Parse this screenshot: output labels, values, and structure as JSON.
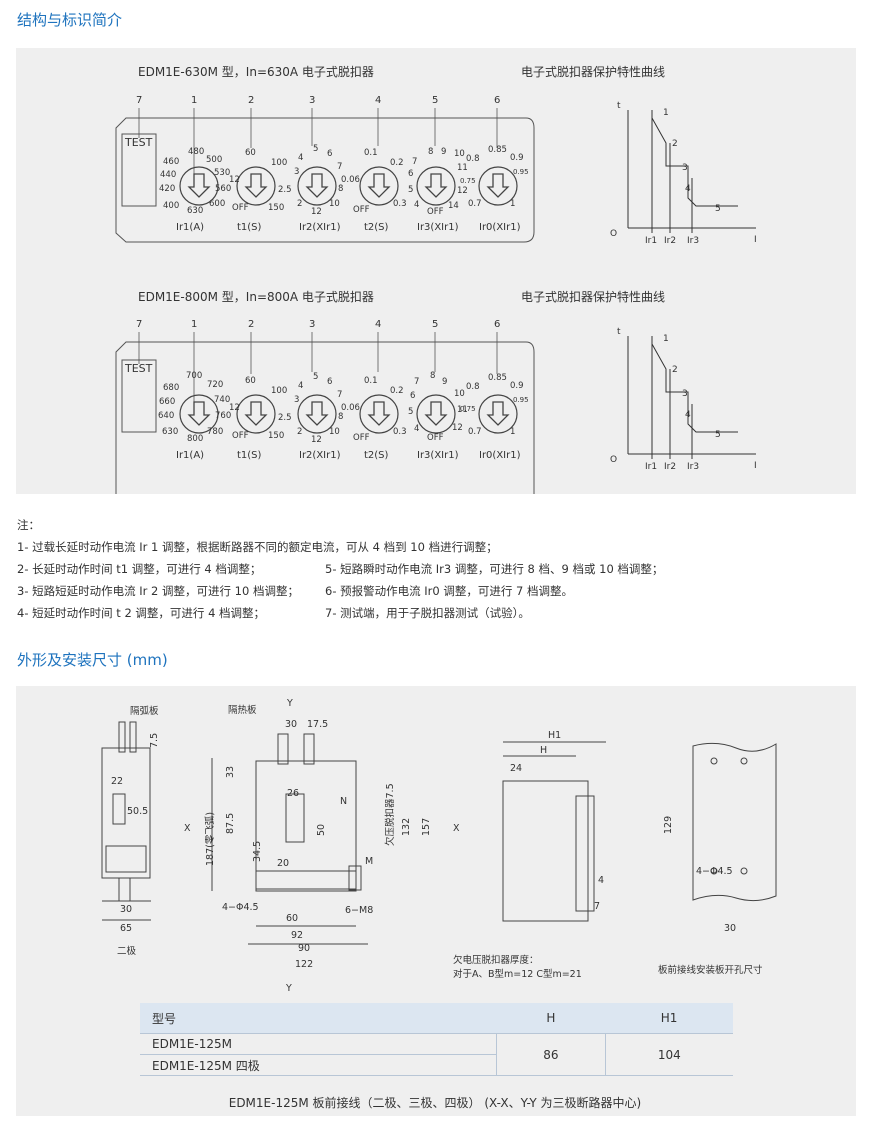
{
  "section1": {
    "title": "结构与标识简介"
  },
  "trip1": {
    "title": "EDM1E-630M 型，In=630A 电子式脱扣器",
    "curve_title": "电子式脱扣器保护特性曲线",
    "numbers": [
      "7",
      "1",
      "2",
      "3",
      "4",
      "5",
      "6"
    ],
    "test": "TEST",
    "dial_labels": [
      "Ir1(A)",
      "t1(S)",
      "Ir2(XIr1)",
      "t2(S)",
      "Ir3(XIr1)",
      "Ir0(XIr1)"
    ],
    "d1": [
      "480",
      "500",
      "460",
      "530",
      "440",
      "560",
      "420",
      "600",
      "400",
      "630"
    ],
    "d2": [
      "60",
      "100",
      "12",
      "2.5",
      "OFF",
      "150"
    ],
    "d3": [
      "5",
      "6",
      "4",
      "7",
      "3",
      "8",
      "2",
      "10",
      "12"
    ],
    "d4": [
      "0.1",
      "0.2",
      "0.06",
      "OFF",
      "0.3"
    ],
    "d5": [
      "8",
      "9",
      "10",
      "7",
      "11",
      "6",
      "12",
      "5",
      "14",
      "4",
      "OFF"
    ],
    "d6": [
      "0.85",
      "0.8",
      "0.9",
      "0.95",
      "0.75",
      "0.7",
      "1"
    ]
  },
  "trip2": {
    "title": "EDM1E-800M 型，In=800A 电子式脱扣器",
    "curve_title": "电子式脱扣器保护特性曲线",
    "numbers": [
      "7",
      "1",
      "2",
      "3",
      "4",
      "5",
      "6"
    ],
    "test": "TEST",
    "dial_labels": [
      "Ir1(A)",
      "t1(S)",
      "Ir2(XIr1)",
      "t2(S)",
      "Ir3(XIr1)",
      "Ir0(XIr1)"
    ],
    "d1": [
      "700",
      "680",
      "720",
      "660",
      "740",
      "640",
      "760",
      "630",
      "800",
      "780"
    ],
    "d2": [
      "60",
      "100",
      "12",
      "2.5",
      "OFF",
      "150"
    ],
    "d3": [
      "5",
      "6",
      "4",
      "7",
      "3",
      "8",
      "2",
      "10",
      "12"
    ],
    "d4": [
      "0.1",
      "0.2",
      "0.06",
      "OFF",
      "0.3"
    ],
    "d5": [
      "8",
      "9",
      "7",
      "10",
      "6",
      "11",
      "5",
      "12",
      "4",
      "OFF"
    ],
    "d6": [
      "0.85",
      "0.8",
      "0.9",
      "0.95",
      "0.75",
      "0.7",
      "1"
    ]
  },
  "curve": {
    "t": "t",
    "o": "O",
    "i": "I",
    "x_labels": [
      "Ir1",
      "Ir2",
      "Ir3"
    ],
    "points": [
      "1",
      "2",
      "3",
      "4",
      "5"
    ]
  },
  "notes": {
    "head": "注：",
    "n1": "1- 过载长延时动作电流 Ir 1 调整，根据断路器不同的额定电流，可从 4 档到 10 档进行调整；",
    "n2": "2- 长延时动作时间 t1 调整，可进行 4 档调整；",
    "n5": "5- 短路瞬时动作电流 Ir3 调整，可进行 8 档、9 档或 10 档调整；",
    "n3": "3- 短路短延时动作电流 Ir 2 调整，可进行 10 档调整；",
    "n6": "6- 预报警动作电流 Ir0 调整，可进行 7 档调整。",
    "n4": "4- 短延时动作时间 t 2 调整，可进行 4 档调整；",
    "n7": "7- 测试端，用于子脱扣器测试（试验）。"
  },
  "section2": {
    "title": "外形及安装尺寸 (mm)"
  },
  "dims": {
    "arc_plate": "隔弧板",
    "heat_plate": "隔热板",
    "two_pole": "二极",
    "y": "Y",
    "x": "X",
    "n": "N",
    "m": "M",
    "left": [
      "7.5",
      "22",
      "50.5",
      "30",
      "65"
    ],
    "top": [
      "30",
      "17.5"
    ],
    "front_v": [
      "33",
      "87.5",
      "34.5",
      "187(零飞弧)",
      "50",
      "26",
      "20"
    ],
    "front_h": [
      "4−Φ4.5",
      "60",
      "92",
      "90",
      "122",
      "6−M8"
    ],
    "right_v": [
      "欠压脱扣器7.5",
      "132",
      "157"
    ],
    "side": [
      "H1",
      "H",
      "24",
      "4",
      "7"
    ],
    "undervoltage": [
      "欠电压脱扣器厚度：",
      "对于A、B型m=12  C型m=21"
    ],
    "panel": [
      "129",
      "4−Φ4.5",
      "30",
      "板前接线安装板开孔尺寸"
    ]
  },
  "table": {
    "headers": [
      "型号",
      "H",
      "H1"
    ],
    "models": [
      "EDM1E-125M",
      "EDM1E-125M 四极"
    ],
    "h": "86",
    "h1": "104"
  },
  "caption": "EDM1E-125M 板前接线（二极、三极、四极）   (X-X、Y-Y 为三极断路器中心)"
}
